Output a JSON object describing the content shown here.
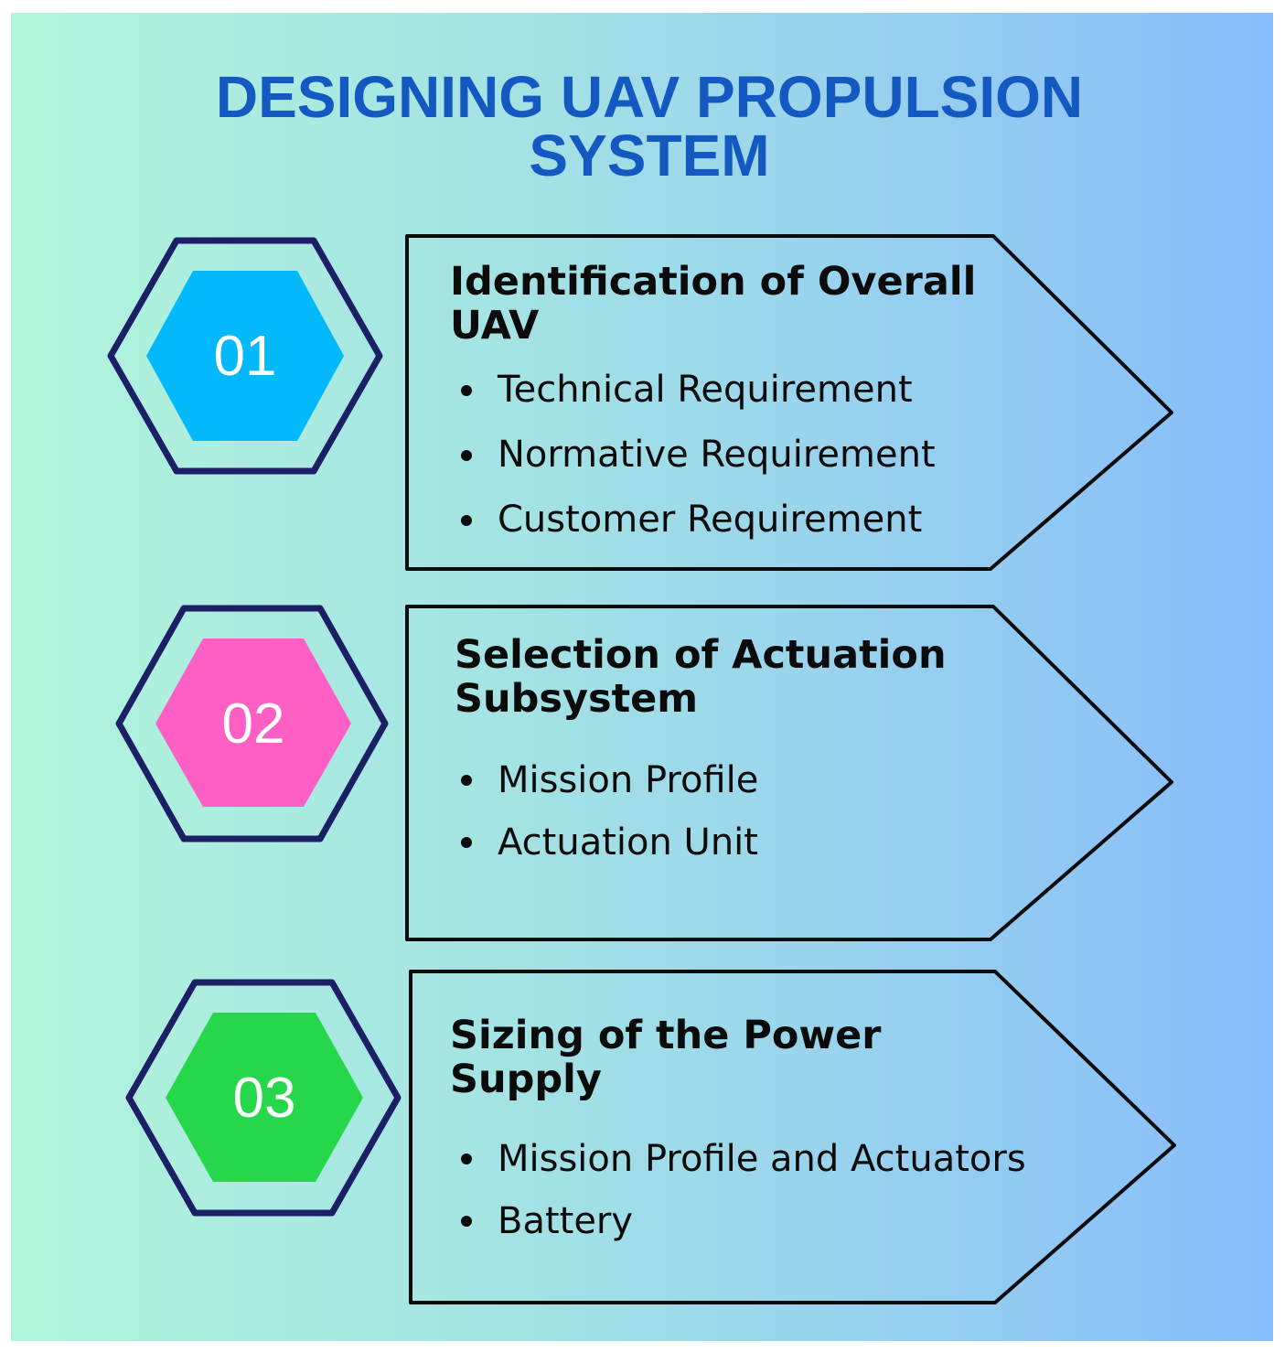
{
  "title": {
    "line1": "DESIGNING UAV PROPULSION",
    "line2": "SYSTEM"
  },
  "colors": {
    "title": "#1458c2",
    "hex_outline": "#1c1f66",
    "step1_fill": "#03b8fb",
    "step2_fill": "#fd5fc4",
    "step3_fill": "#27d74b",
    "panel_outline": "#0b0b0b"
  },
  "steps": [
    {
      "number": "01",
      "heading_line1": "Identification of Overall",
      "heading_line2": "UAV",
      "items": [
        "Technical Requirement",
        "Normative Requirement",
        "Customer Requirement"
      ]
    },
    {
      "number": "02",
      "heading_line1": "Selection of Actuation",
      "heading_line2": "Subsystem",
      "items": [
        "Mission Profile",
        "Actuation Unit"
      ]
    },
    {
      "number": "03",
      "heading_line1": "Sizing of the Power",
      "heading_line2": "Supply",
      "items": [
        "Mission Profile and Actuators",
        "Battery"
      ]
    }
  ]
}
